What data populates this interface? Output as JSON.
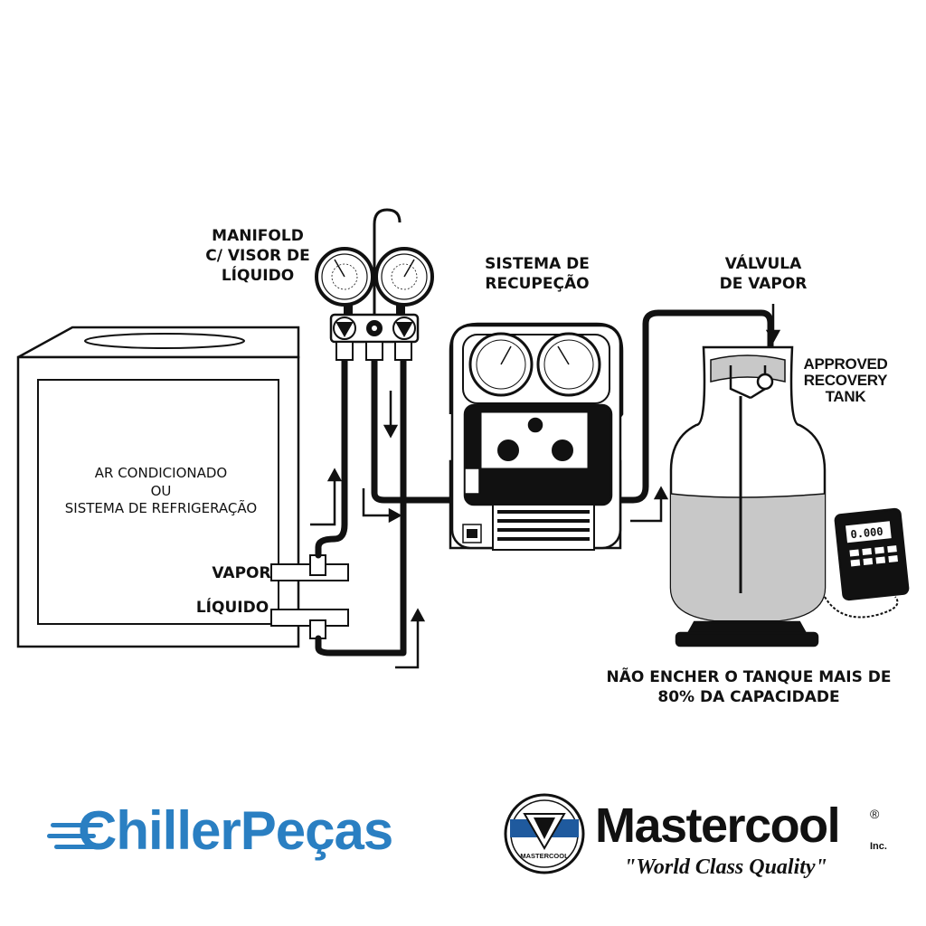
{
  "labels": {
    "manifold": [
      "MANIFOLD",
      "C/ VISOR DE",
      "LÍQUIDO"
    ],
    "recovery_system": [
      "SISTEMA DE",
      "RECUPEÇÃO"
    ],
    "vapor_valve": [
      "VÁLVULA",
      "DE VAPOR"
    ],
    "tank": [
      "APPROVED",
      "RECOVERY",
      "TANK"
    ],
    "unit": [
      "AR CONDICIONADO",
      "OU",
      "SISTEMA DE REFRIGERAÇÃO"
    ],
    "vapor_port": "VAPOR",
    "liquid_port": "LÍQUIDO",
    "warning": [
      "NÃO ENCHER O TANQUE MAIS DE",
      "80% DA CAPACIDADE"
    ],
    "scale_display": "0.000"
  },
  "logos": {
    "chiller": "ChillerPeças",
    "mastercool_badge": "MASTERCOOL",
    "mastercool": "Mastercool",
    "mastercool_suffix": "Inc.",
    "mastercool_reg": "®",
    "slogan": "\"World Class Quality\""
  },
  "colors": {
    "line": "#111111",
    "liquid_fill": "#c8c8c8",
    "chiller_blue": "#2a7fc2",
    "mastercool_blue": "#1f5a9e"
  }
}
